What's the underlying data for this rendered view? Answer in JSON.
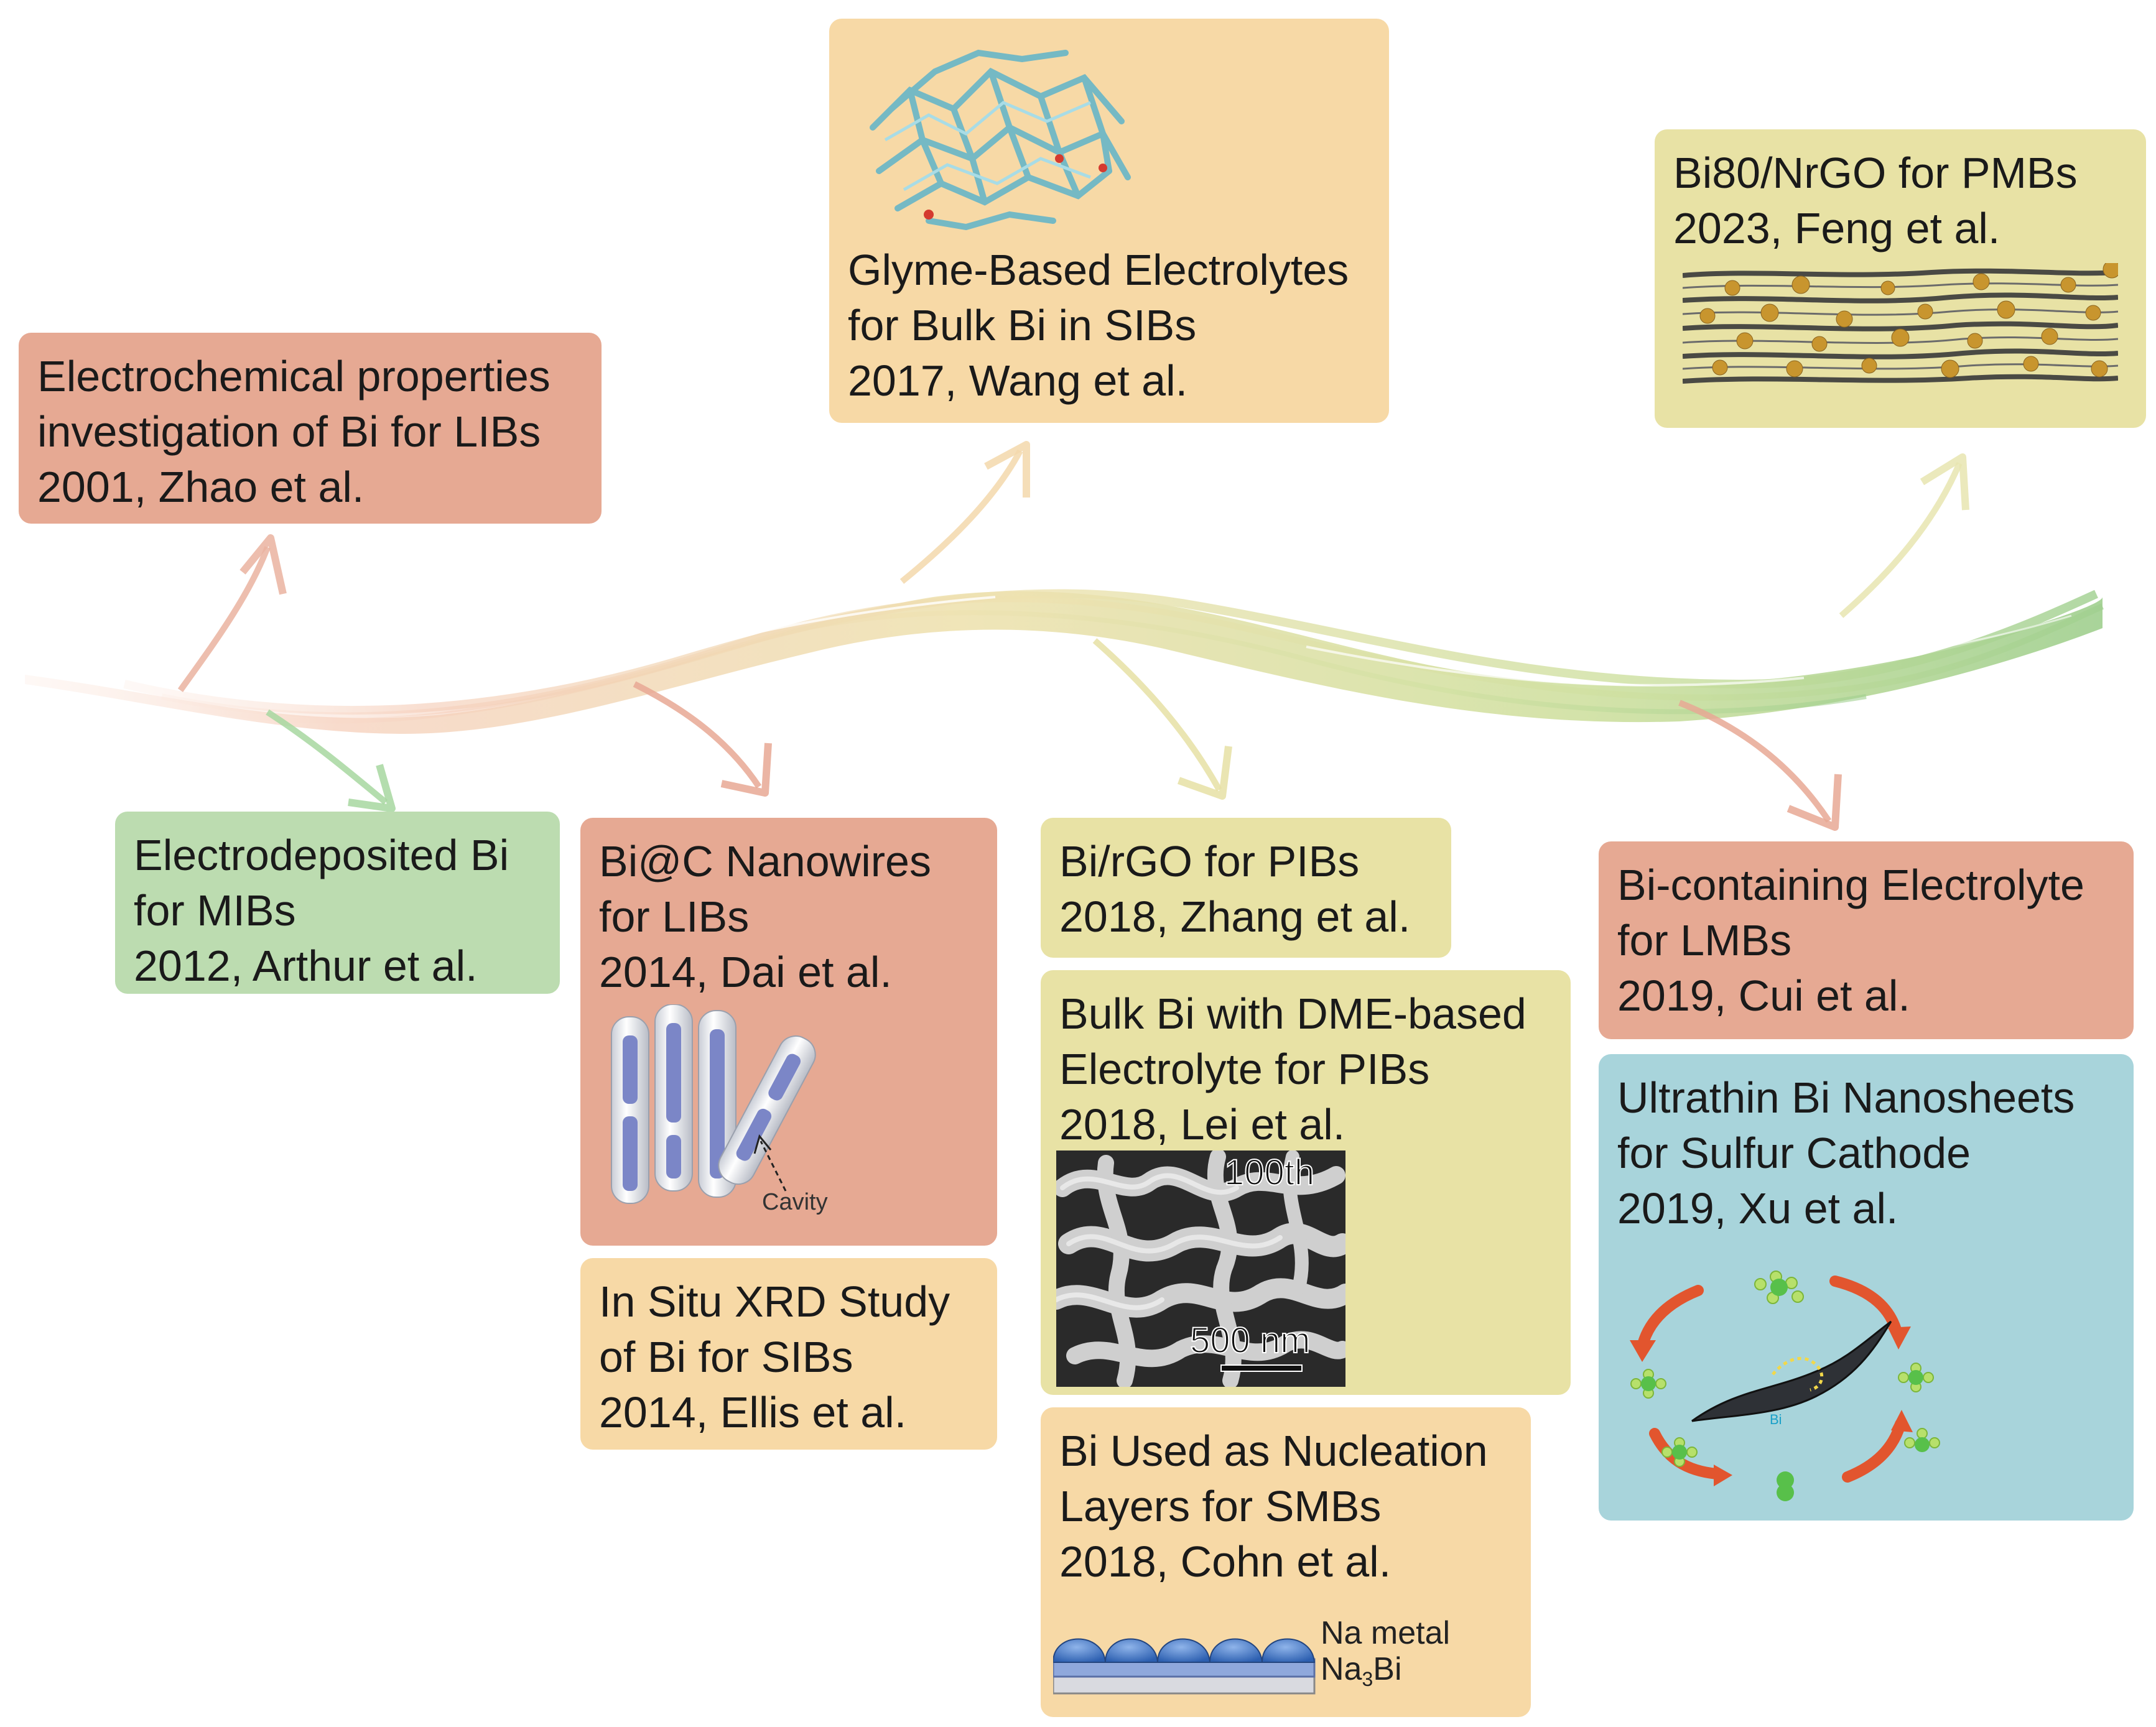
{
  "cards": {
    "zhao": {
      "lines": [
        "Electrochemical properties",
        "investigation of Bi for LIBs",
        "2001, Zhao et al."
      ],
      "color": "#e6a993"
    },
    "arthur": {
      "lines": [
        "Electrodeposited Bi",
        "for MIBs",
        "2012, Arthur et al."
      ],
      "color": "#bcdcb0"
    },
    "dai": {
      "lines": [
        "Bi@C Nanowires",
        "for LIBs",
        "2014, Dai et al."
      ],
      "color": "#e6a993",
      "image_label": "Cavity"
    },
    "ellis": {
      "lines": [
        "In Situ XRD Study",
        "of Bi for SIBs",
        "2014, Ellis et al."
      ],
      "color": "#f7d9a6"
    },
    "wang": {
      "lines": [
        "Glyme-Based Electrolytes",
        "for Bulk Bi in SIBs",
        "2017, Wang et al."
      ],
      "color": "#f7d9a6"
    },
    "zhang": {
      "lines": [
        "Bi/rGO for PIBs",
        "2018, Zhang et al."
      ],
      "color": "#e8e2a5"
    },
    "lei": {
      "lines": [
        "Bulk Bi with DME-based",
        "Electrolyte for PIBs",
        "2018, Lei et al."
      ],
      "color": "#e8e2a5",
      "sem_top_label": "100th",
      "sem_scale_label": "500 nm"
    },
    "cohn": {
      "lines": [
        "Bi Used as Nucleation",
        "Layers for SMBs",
        "2018, Cohn et al."
      ],
      "color": "#f7d9a6",
      "layer_label_top": "Na metal",
      "layer_label_bottom_main": "Na",
      "layer_label_bottom_sub": "3",
      "layer_label_bottom_end": "Bi"
    },
    "cui": {
      "lines": [
        "Bi-containing Electrolyte",
        "for LMBs",
        "2019, Cui et al."
      ],
      "color": "#e6a993"
    },
    "xu": {
      "lines": [
        "Ultrathin Bi Nanosheets",
        "for Sulfur Cathode",
        "2019, Xu et al."
      ],
      "color": "#a8d4db",
      "image_label": "Bi"
    },
    "feng": {
      "lines": [
        "Bi80/NrGO for PMBs",
        "2023, Feng et al."
      ],
      "color": "#e8e2a5"
    }
  },
  "colors": {
    "stream_start": "#f6d3c2",
    "stream_mid": "#eee2a6",
    "stream_end": "#9fcf8e",
    "arrow_red": "#e7a894",
    "arrow_green": "#9fd19a",
    "arrow_orange": "#f3d6a8",
    "arrow_olive": "#e7e1a6"
  }
}
